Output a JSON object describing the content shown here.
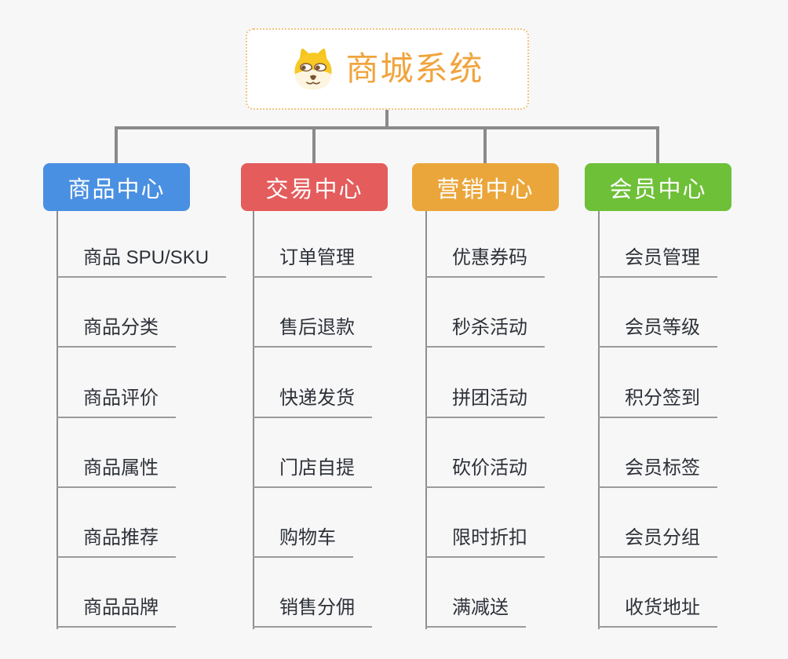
{
  "canvas": {
    "background": "#F7F7F7"
  },
  "colors": {
    "connector": "#8A8A8A",
    "spine": "#8F8F8F",
    "underline": "#9B9B9B",
    "leaf_text": "#2D3138"
  },
  "root": {
    "title": "商城系统",
    "icon": "shiba-dog-icon",
    "title_color": "#F0A43D",
    "border_color": "#F0C383",
    "background": "#FFFFFF"
  },
  "branches": [
    {
      "label": "商品中心",
      "color": "#4A90E2",
      "children": [
        "商品 SPU/SKU",
        "商品分类",
        "商品评价",
        "商品属性",
        "商品推荐",
        "商品品牌"
      ]
    },
    {
      "label": "交易中心",
      "color": "#E45C5C",
      "children": [
        "订单管理",
        "售后退款",
        "快递发货",
        "门店自提",
        "购物车",
        "销售分佣"
      ]
    },
    {
      "label": "营销中心",
      "color": "#EBA63B",
      "children": [
        "优惠券码",
        "秒杀活动",
        "拼团活动",
        "砍价活动",
        "限时折扣",
        "满减送"
      ]
    },
    {
      "label": "会员中心",
      "color": "#6EC038",
      "children": [
        "会员管理",
        "会员等级",
        "积分签到",
        "会员标签",
        "会员分组",
        "收货地址"
      ]
    }
  ]
}
